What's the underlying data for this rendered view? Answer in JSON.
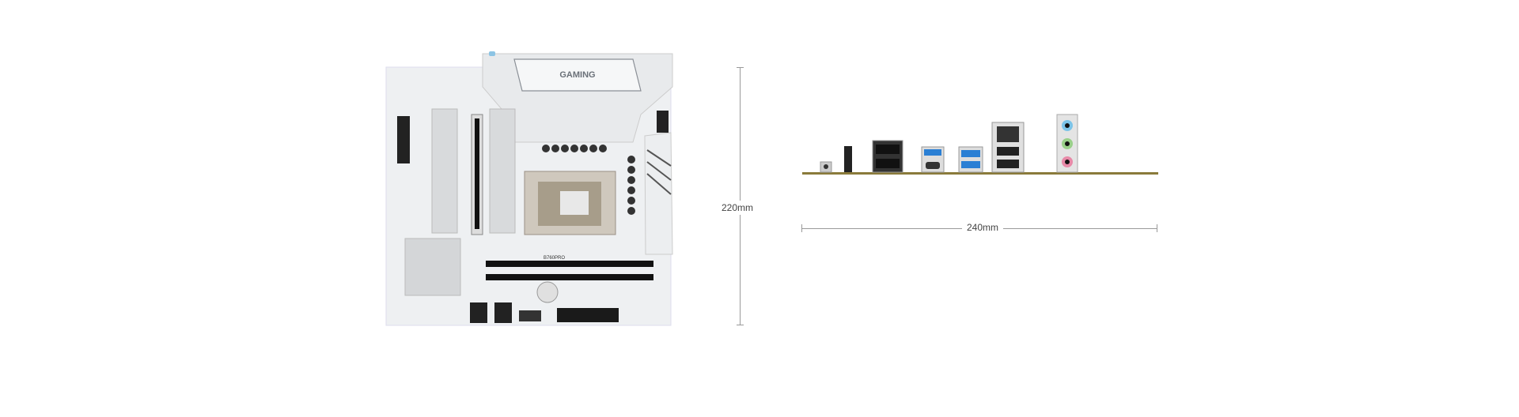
{
  "board": {
    "heatsink_label": "GAMING",
    "model_label": "B760PRO"
  },
  "dimensions": {
    "height": "220mm",
    "width": "240mm"
  },
  "colors": {
    "pcb": "#eef0f2",
    "heatsink": "#e6e8ea",
    "io_baseline": "#8a7a3a",
    "usb_blue": "#2a7fd4",
    "audio_blue": "#7cc4e8",
    "audio_green": "#9ad08a",
    "audio_pink": "#e88aa8"
  }
}
